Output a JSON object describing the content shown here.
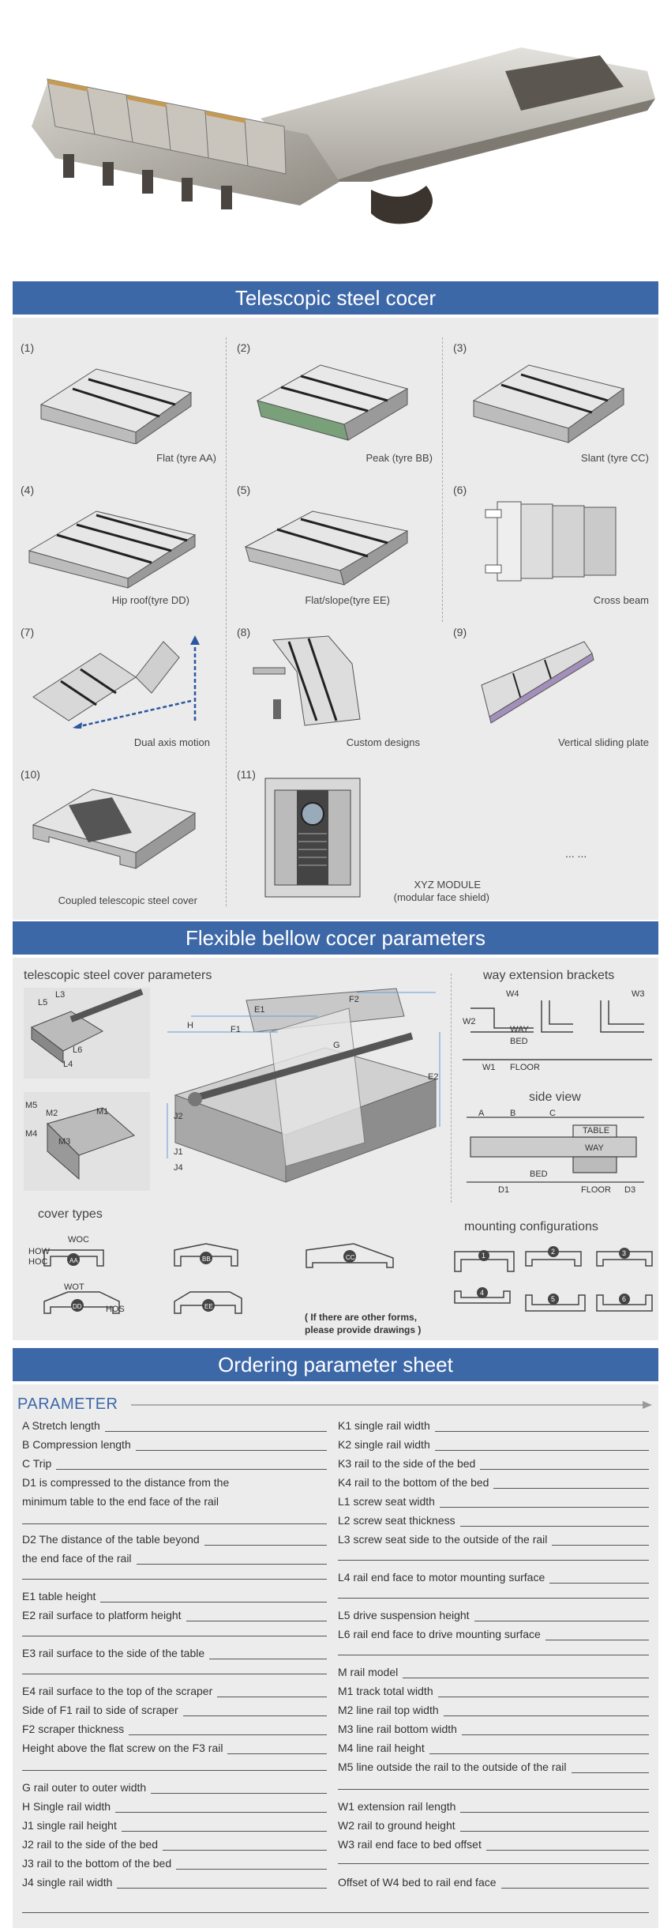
{
  "banners": {
    "telescopic": "Telescopic steel cocer",
    "bellow": "Flexible bellow cocer parameters",
    "ordering": "Ordering parameter sheet"
  },
  "types": [
    {
      "num": "(1)",
      "cap": "Flat (tyre AA)"
    },
    {
      "num": "(2)",
      "cap": "Peak (tyre BB)"
    },
    {
      "num": "(3)",
      "cap": "Slant (tyre CC)"
    },
    {
      "num": "(4)",
      "cap": "Hip roof(tyre DD)"
    },
    {
      "num": "(5)",
      "cap": "Flat/slope(tyre EE)"
    },
    {
      "num": "(6)",
      "cap": "Cross beam"
    },
    {
      "num": "(7)",
      "cap": "Dual axis motion"
    },
    {
      "num": "(8)",
      "cap": "Custom designs"
    },
    {
      "num": "(9)",
      "cap": "Vertical sliding plate"
    },
    {
      "num": "(10)",
      "cap": "Coupled telescopic steel cover"
    },
    {
      "num": "(11)",
      "cap": "XYZ MODULE"
    }
  ],
  "xyz_sub": "(modular face shield)",
  "more": "... ...",
  "params": {
    "telescopic_title": "telescopic steel cover parameters",
    "brackets_title": "way extension brackets",
    "side_view_title": "side view",
    "cover_types_title": "cover types",
    "mounting_title": "mounting configurations",
    "other_forms_1": "( If there are other forms,",
    "other_forms_2": "please provide drawings )",
    "bracket_labels": [
      "W4",
      "W3",
      "W2",
      "W1",
      "WAY",
      "BED",
      "FLOOR"
    ],
    "cover_labels": [
      "WOC",
      "HOW",
      "HOC",
      "WOT",
      "HOS"
    ],
    "cover_badges": [
      "AA",
      "BB",
      "CC",
      "DD",
      "EE"
    ],
    "mount_nums": [
      "1",
      "2",
      "3",
      "4",
      "5",
      "6"
    ],
    "side_labels": [
      "TABLE",
      "WAY",
      "BED",
      "FLOOR",
      "D1",
      "D3",
      "A",
      "B",
      "C"
    ]
  },
  "parameter_heading": "PARAMETER",
  "left_fields": [
    "A Stretch length",
    "B Compression length",
    "C Trip",
    "D1 is compressed to the distance from the",
    "minimum table to the end face of the rail",
    "D2 The distance of the table beyond",
    "the end face of the rail",
    "E1 table height",
    "E2 rail surface to platform height",
    "E3 rail surface to the side of the table",
    "E4 rail surface to the top of the scraper",
    "Side of F1 rail to side of scraper",
    "F2 scraper thickness",
    "Height above the flat screw on the F3 rail",
    "G rail outer to outer width",
    "H Single rail width",
    "J1 single rail height",
    "J2 rail to the side of the bed",
    "J3 rail to the bottom of the bed",
    "J4 single rail width"
  ],
  "right_fields": [
    "K1 single rail width",
    "K2 single rail width",
    "K3 rail to the side of the bed",
    "K4 rail to the bottom of the bed",
    "L1 screw seat width",
    "L2 screw seat thickness",
    "L3 screw seat side to the outside of the rail",
    "L4 rail end face to motor mounting surface",
    "L5 drive suspension height",
    "L6 rail end face to drive mounting surface",
    "M rail model",
    "M1 track total width",
    "M2 line rail top width",
    "M3 line rail bottom width",
    "M4 line rail height",
    "M5 line outside the rail to the outside of the rail",
    "W1 extension rail length",
    "W2 rail to ground height",
    "W3 rail end face to bed offset",
    "Offset of W4 bed to rail end face"
  ]
}
